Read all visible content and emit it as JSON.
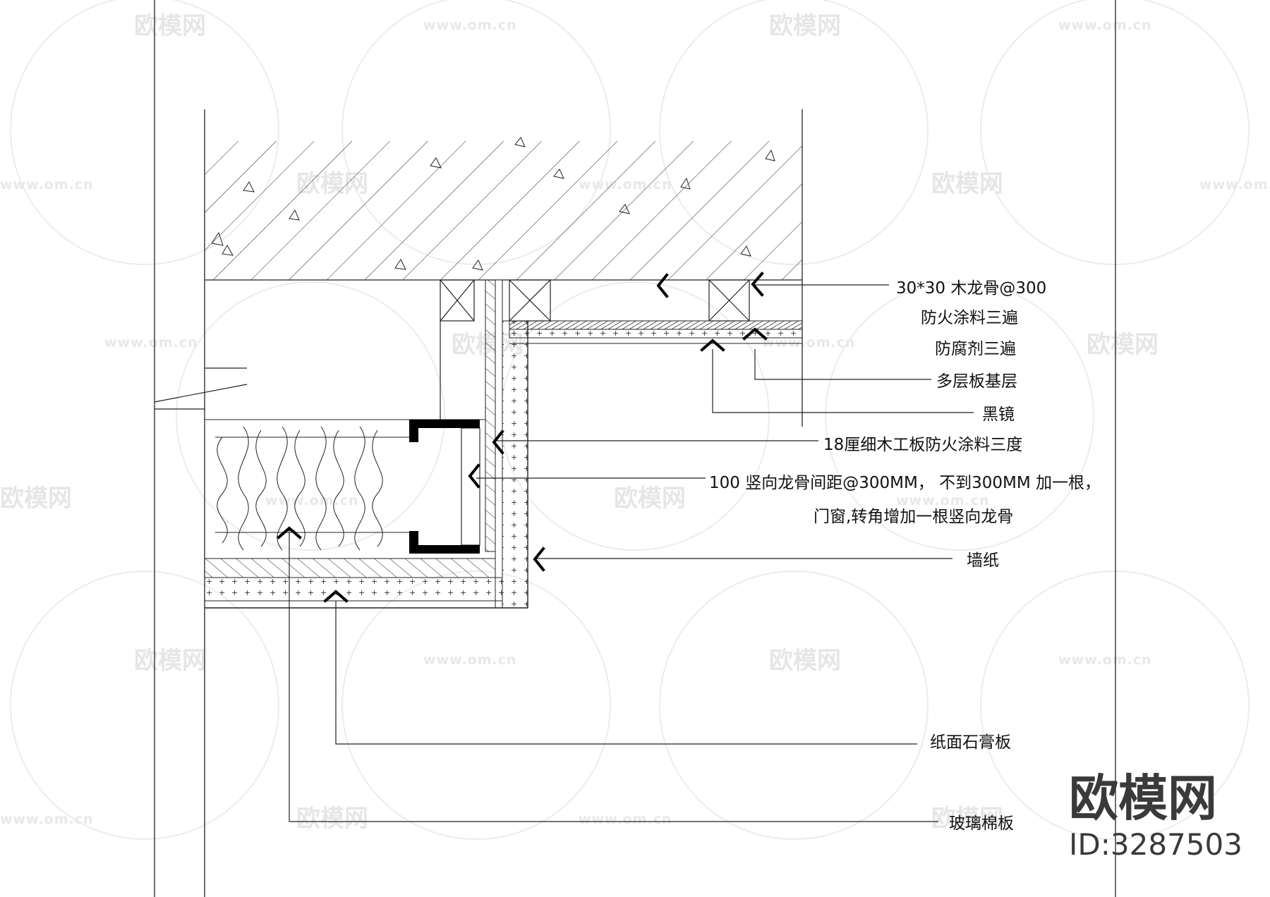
{
  "watermark": {
    "logo_text": "欧模网",
    "url_text": "www.om.cn"
  },
  "labels": {
    "keel": "30*30  木龙骨@300",
    "fire_coat": "防火涂料三遍",
    "anticorrosion": "防腐剂三遍",
    "multilayer_board": "多层板基层",
    "black_mirror": "黑镜",
    "blockboard": "18厘细木工板防火涂料三度",
    "stud_line1": "100 竖向龙骨间距@300MM，  不到300MM  加一根，",
    "stud_line2": "门窗,转角增加一根竖向龙骨",
    "wallpaper": "墙纸",
    "gypsum_board": "纸面石膏板",
    "glass_wool": "玻璃棉板"
  },
  "brand": {
    "name": "欧模网",
    "id": "ID:3287503"
  }
}
